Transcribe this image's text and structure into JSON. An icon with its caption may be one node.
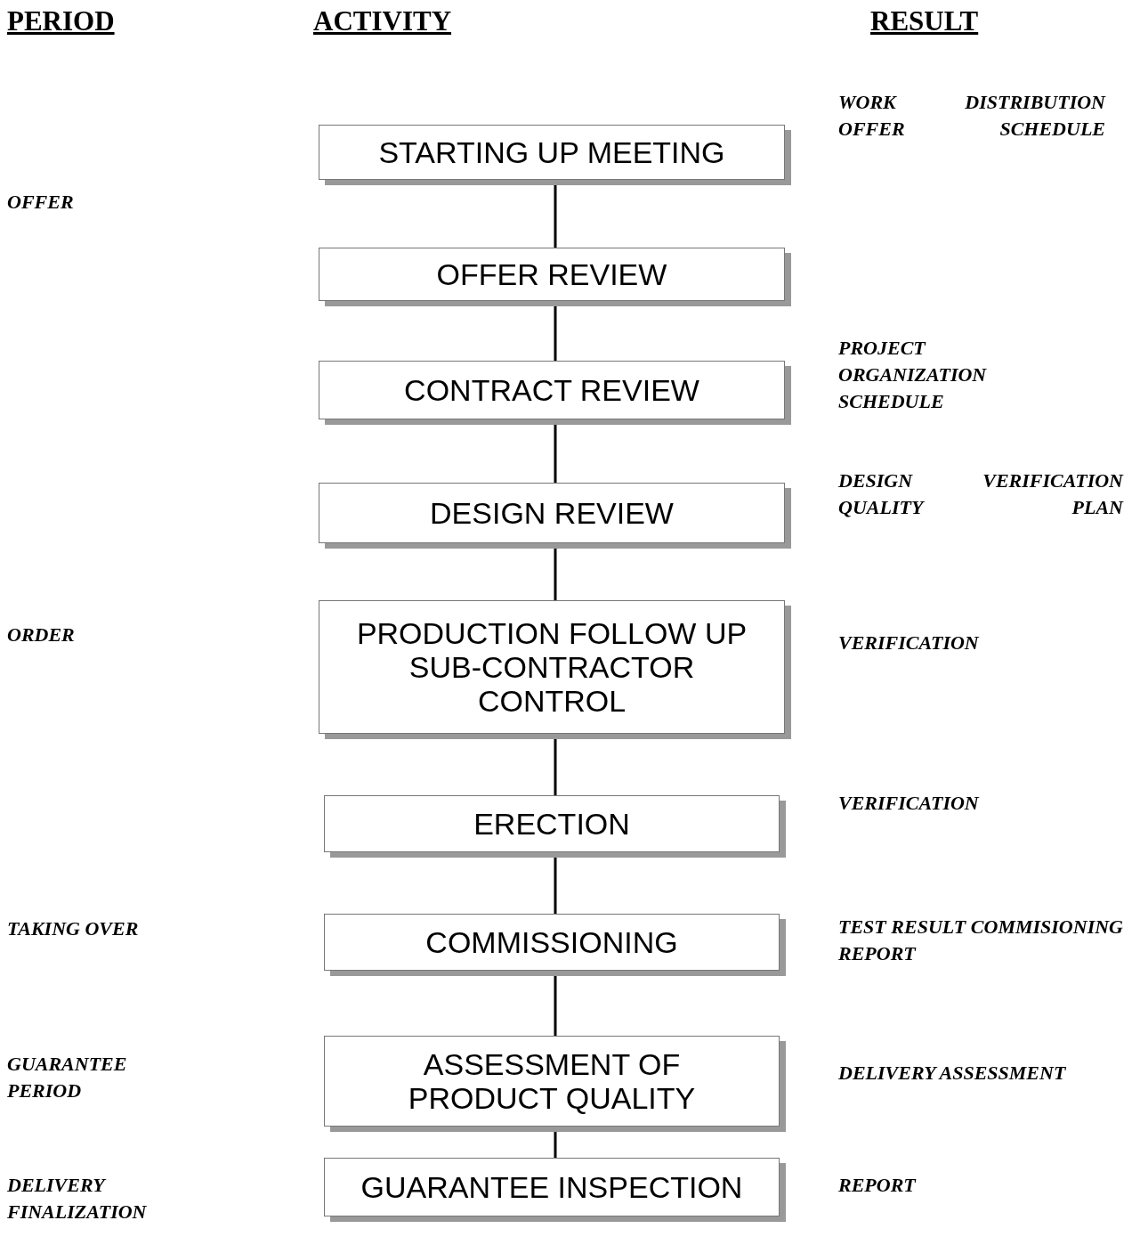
{
  "diagram": {
    "nodes": [
      {
        "text": [
          "STARTING UP MEETING"
        ]
      },
      {
        "text": [
          "OFFER REVIEW"
        ]
      },
      {
        "text": [
          "CONTRACT REVIEW"
        ]
      },
      {
        "text": [
          "DESIGN REVIEW"
        ]
      },
      {
        "text": [
          "PRODUCTION FOLLOW UP SUB-CONTRACTOR CONTROL"
        ]
      },
      {
        "text": [
          "ERECTION"
        ]
      },
      {
        "text": [
          "COMMISSIONING"
        ]
      },
      {
        "text": [
          "ASSESSMENT OF PRODUCT QUALITY"
        ]
      },
      {
        "text": [
          "GUARANTEE INSPECTION"
        ]
      }
    ],
    "edges": [
      {
        "from": 0,
        "to": 1,
        "arrow": "none"
      },
      {
        "from": 1,
        "to": 2,
        "arrow": "none"
      },
      {
        "from": 2,
        "to": 3,
        "arrow": "none"
      },
      {
        "from": 3,
        "to": 4,
        "arrow": "none"
      },
      {
        "from": 4,
        "to": 5,
        "arrow": "none"
      },
      {
        "from": 5,
        "to": 6,
        "arrow": "none"
      },
      {
        "from": 6,
        "to": 7,
        "arrow": "none"
      },
      {
        "from": 7,
        "to": 8,
        "arrow": "none"
      }
    ],
    "labels": [
      "PERIOD",
      "ACTIVITY",
      "RESULT",
      "WORK DISTRIBUTION OFFER SCHEDULE",
      "OFFER",
      "PROJECT ORGANIZATION SCHEDULE",
      "DESIGN VERIFICATION QUALITY PLAN",
      "ORDER",
      "VERIFICATION",
      "VERIFICATION",
      "TAKING OVER",
      "TEST RESULT COMMISIONING REPORT",
      "GUARANTEE PERIOD",
      "DELIVERY ASSESSMENT",
      "DELIVERY FINALIZATION",
      "REPORT"
    ]
  }
}
